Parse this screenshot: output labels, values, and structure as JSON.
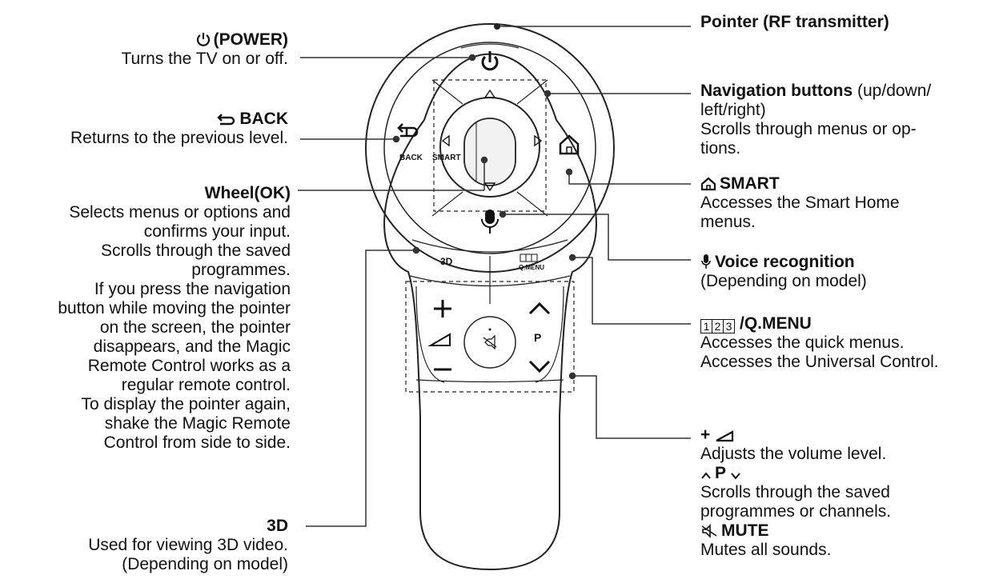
{
  "callouts": {
    "power": {
      "title": "(POWER)",
      "desc": [
        "Turns the TV on or off."
      ]
    },
    "back": {
      "title": "BACK",
      "desc": [
        "Returns to the previous level."
      ]
    },
    "wheel": {
      "title": "Wheel(OK)",
      "desc": [
        "Selects menus or options and",
        "confirms your input.",
        "Scrolls through the saved",
        "programmes.",
        "If you press the navigation",
        "button while moving the pointer",
        "on the screen, the pointer",
        "disappears, and the Magic",
        "Remote Control works as a",
        "regular remote control.",
        "To display the pointer again,",
        "shake the Magic Remote",
        "Control from side to side."
      ]
    },
    "three_d": {
      "title": "3D",
      "desc": [
        "Used for viewing 3D video.",
        "(Depending on model)"
      ]
    },
    "pointer": {
      "title": "Pointer (RF transmitter)"
    },
    "navigation": {
      "title": "Navigation buttons",
      "title_suffix": " (up/down/",
      "desc": [
        "left/right)",
        "Scrolls through menus or op-",
        "tions."
      ]
    },
    "smart": {
      "title": "SMART",
      "desc": [
        "Accesses the Smart Home",
        "menus."
      ]
    },
    "voice": {
      "title": "Voice recognition",
      "desc": [
        "(Depending on model)"
      ]
    },
    "qmenu": {
      "title": "/Q.MENU",
      "digits": [
        "1",
        "2",
        "3"
      ],
      "desc": [
        "Accesses the quick menus.",
        "Accesses the Universal Control."
      ]
    },
    "volume": {
      "title": "+",
      "desc": [
        "Adjusts the volume level."
      ]
    },
    "channel": {
      "title": "P",
      "desc": [
        "Scrolls through the saved",
        "programmes or channels."
      ]
    },
    "mute": {
      "title": "MUTE",
      "desc": [
        "Mutes all sounds."
      ]
    }
  },
  "remote_labels": {
    "back": "BACK",
    "smart": "SMART",
    "three_d": "3D",
    "qmenu_digits": "123",
    "qmenu": "Q.MENU",
    "p": "P"
  }
}
